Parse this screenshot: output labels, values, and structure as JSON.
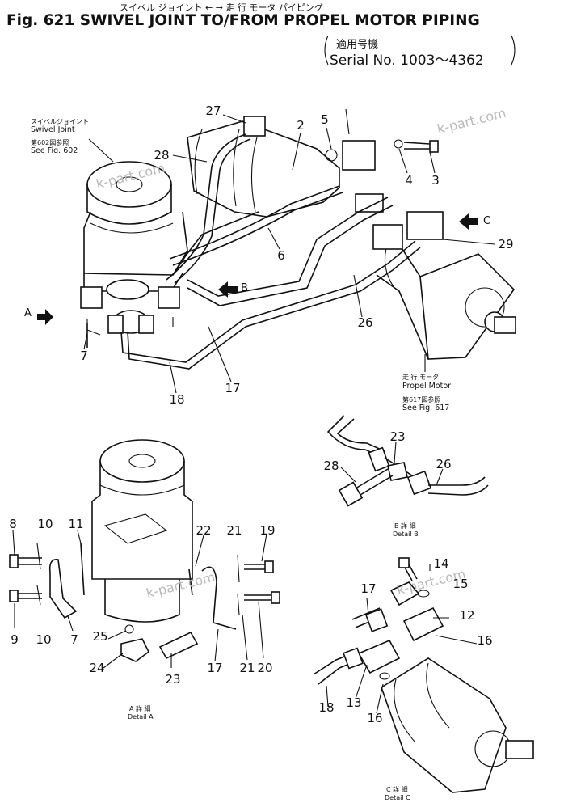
{
  "header": {
    "kana": "スイベル ジョイント ← → 走 行 モータ パイピング",
    "title": "Fig. 621  SWIVEL JOINT TO/FROM PROPEL MOTOR PIPING",
    "serial_jp": "適用号機",
    "serial": "Serial No. 1003～4362"
  },
  "labels": {
    "swivel_jp": "スイベルジョイント",
    "swivel_en": "Swivel Joint",
    "swivel_ref_jp": "第602図参照",
    "swivel_ref_en": "See Fig. 602",
    "motor_jp": "走 行 モータ",
    "motor_en": "Propel Motor",
    "motor_ref_jp": "第617図参照",
    "motor_ref_en": "See Fig. 617",
    "arrow_a": "A",
    "arrow_b": "B",
    "arrow_c": "C",
    "detail_a_jp": "A 詳 細",
    "detail_a_en": "Detail  A",
    "detail_b_jp": "B 詳 細",
    "detail_b_en": "Detail  B",
    "detail_c_jp": "C 詳 細",
    "detail_c_en": "Detail  C"
  },
  "watermark": "k-part.com",
  "part_numbers": {
    "main": [
      "27",
      "28",
      "2",
      "5",
      "4",
      "3",
      "29",
      "6",
      "26",
      "7",
      "18",
      "17"
    ],
    "detail_a": [
      "8",
      "10",
      "11",
      "9",
      "10",
      "7",
      "25",
      "24",
      "23",
      "22",
      "21",
      "19",
      "17",
      "21",
      "20"
    ],
    "detail_b": [
      "28",
      "23",
      "26"
    ],
    "detail_c": [
      "14",
      "15",
      "17",
      "12",
      "16",
      "18",
      "13",
      "16"
    ]
  }
}
